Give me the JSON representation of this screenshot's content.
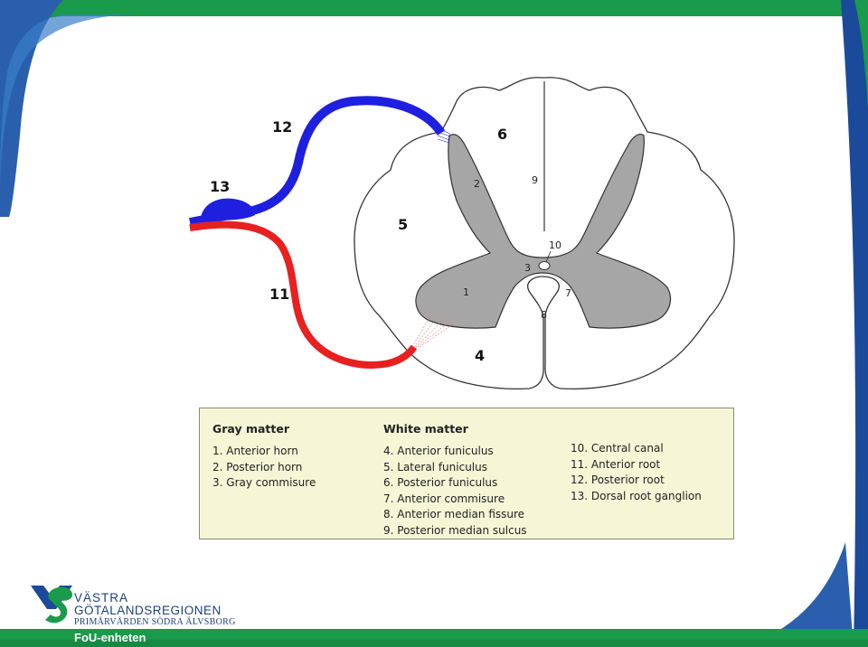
{
  "colors": {
    "accent_green": "#1a9a4b",
    "accent_blue": "#1c4a9a",
    "posterior_root": "#1f1fe0",
    "anterior_root": "#e82020",
    "gray_matter": "#a6a6a6",
    "legend_background": "#f6f5d6"
  },
  "diagram": {
    "labels": {
      "n1": "1",
      "n2": "2",
      "n3": "3",
      "n4": "4",
      "n5": "5",
      "n6": "6",
      "n7": "7",
      "n8": "8",
      "n9": "9",
      "n10": "10",
      "n11": "11",
      "n12": "12",
      "n13": "13"
    }
  },
  "legend": {
    "gray_matter": {
      "title": "Gray matter",
      "items": [
        "1. Anterior horn",
        "2. Posterior horn",
        "3. Gray commisure"
      ]
    },
    "white_matter": {
      "title": "White matter",
      "items": [
        "4. Anterior funiculus",
        "5. Lateral funiculus",
        "6. Posterior funiculus",
        "7. Anterior commisure",
        "8. Anterior median fissure",
        "9. Posterior median sulcus"
      ]
    },
    "other": {
      "items": [
        "10. Central canal",
        "11. Anterior root",
        "12. Posterior root",
        "13. Dorsal root ganglion"
      ]
    }
  },
  "logo": {
    "name_line1": "VÄSTRA",
    "name_line2": "GÖTALANDSREGIONEN",
    "name_line3": "PRIMÄRVÅRDEN SÖDRA ÄLVSBORG"
  },
  "footer": {
    "label": "FoU-enheten"
  }
}
